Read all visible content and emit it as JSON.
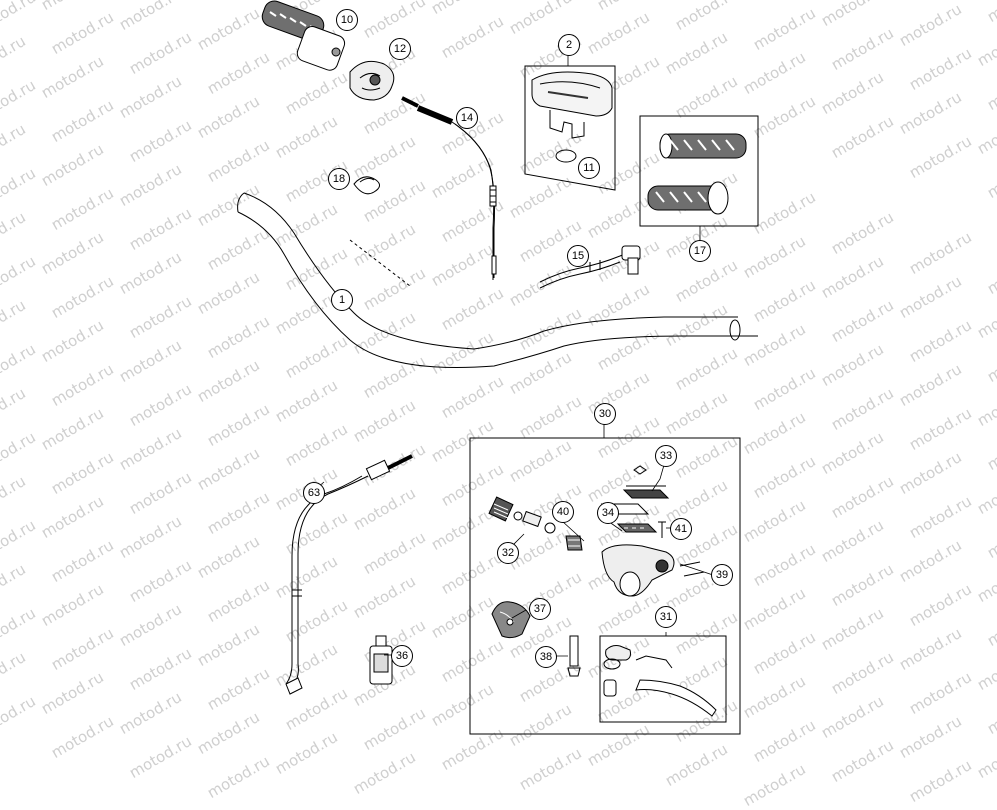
{
  "watermark": "motod.ru",
  "callouts": [
    {
      "id": "c1",
      "label": "1"
    },
    {
      "id": "c2",
      "label": "2"
    },
    {
      "id": "c10",
      "label": "10"
    },
    {
      "id": "c11",
      "label": "11"
    },
    {
      "id": "c12",
      "label": "12"
    },
    {
      "id": "c14",
      "label": "14"
    },
    {
      "id": "c15",
      "label": "15"
    },
    {
      "id": "c17",
      "label": "17"
    },
    {
      "id": "c18",
      "label": "18"
    },
    {
      "id": "c30",
      "label": "30"
    },
    {
      "id": "c31",
      "label": "31"
    },
    {
      "id": "c32",
      "label": "32"
    },
    {
      "id": "c33",
      "label": "33"
    },
    {
      "id": "c34",
      "label": "34"
    },
    {
      "id": "c36",
      "label": "36"
    },
    {
      "id": "c37",
      "label": "37"
    },
    {
      "id": "c38",
      "label": "38"
    },
    {
      "id": "c39",
      "label": "39"
    },
    {
      "id": "c40",
      "label": "40"
    },
    {
      "id": "c41",
      "label": "41"
    },
    {
      "id": "c63",
      "label": "63"
    }
  ]
}
